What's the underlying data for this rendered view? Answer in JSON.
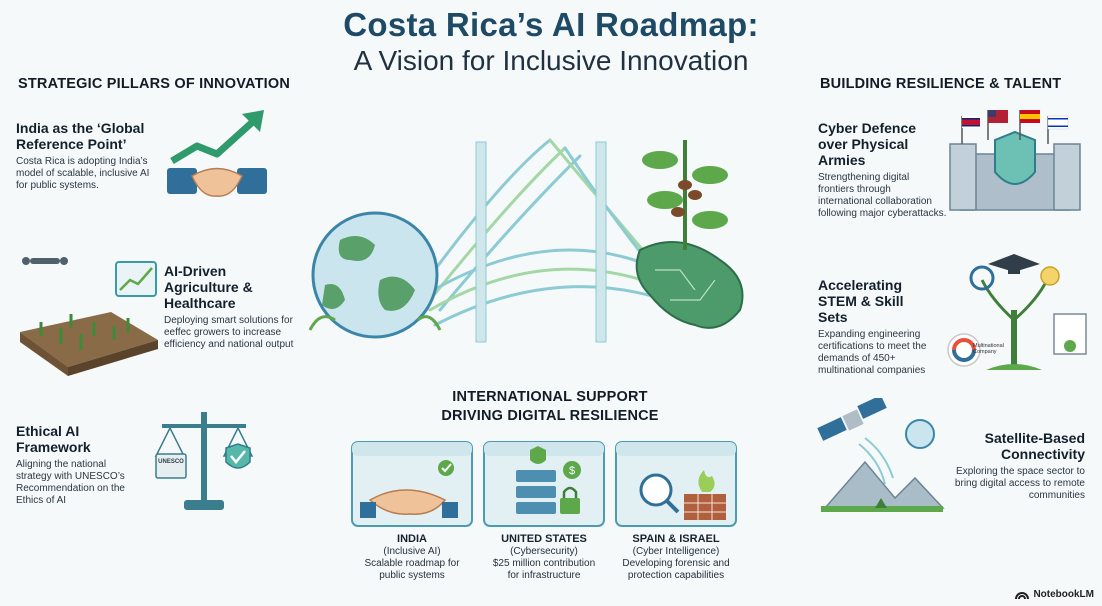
{
  "title": {
    "line1": "Costa Rica’s AI Roadmap:",
    "line2": "A Vision for Inclusive Innovation"
  },
  "left": {
    "heading": "STRATEGIC PILLARS OF INNOVATION",
    "items": [
      {
        "title": "India as the ‘Global Reference Point’",
        "desc": "Costa Rica is adopting India’s model of scalable, inclusive AI for public systems."
      },
      {
        "title": "AI-Driven Agriculture & Healthcare",
        "desc": "Deploying smart solutions for eeffec growers to increase efficiency and national output"
      },
      {
        "title": "Ethical AI Framework",
        "desc": "Aligning the national strategy with UNESCO’s Recommendation on the Ethics of AI"
      }
    ],
    "scale_label": "UNESCO"
  },
  "right": {
    "heading": "BUILDING RESILIENCE & TALENT",
    "items": [
      {
        "title": "Cyber Defence over Physical Armies",
        "desc": "Strengthening digital frontiers through international collaboration following major cyberattacks."
      },
      {
        "title": "Accelerating STEM & Skill Sets",
        "desc": "Expanding engineering certifications to meet the demands of 450+ multinational companies"
      },
      {
        "title": "Satellite-Based Connectivity",
        "desc": "Exploring the space sector to bring digital access to remote communities"
      }
    ],
    "badge_label": "Multinational Company"
  },
  "center": {
    "heading_line1": "INTERNATIONAL SUPPORT",
    "heading_line2": "DRIVING DIGITAL RESILIENCE",
    "cards": [
      {
        "title": "INDIA",
        "sub": "(Inclusive AI)",
        "desc1": "Scalable roadmap for",
        "desc2": "public systems"
      },
      {
        "title": "UNITED STATES",
        "sub": "(Cybersecurity)",
        "desc1": "$25 million contribution",
        "desc2": "for infrastructure"
      },
      {
        "title": "SPAIN & ISRAEL",
        "sub": "(Cyber Intelligence)",
        "desc1": "Developing forensic and",
        "desc2": "protection capabilities"
      }
    ]
  },
  "brand": "NotebookLM",
  "colors": {
    "title": "#1e4a66",
    "accent_teal": "#3a9aa8",
    "accent_green": "#5da84a",
    "background": "#f6f9fa"
  }
}
